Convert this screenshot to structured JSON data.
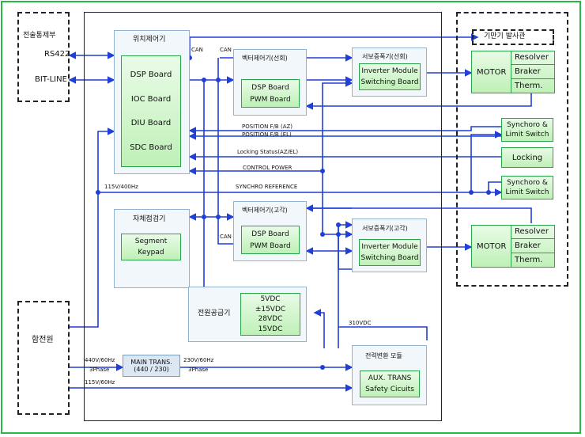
{
  "colors": {
    "frame": "#27b84a",
    "wire": "#1f3fd6",
    "box_border": "#2aa64a",
    "panel_border": "#8fb3d0"
  },
  "left": {
    "unit_title": "전술통제부",
    "rs422": "RS422",
    "bitline": "BIT-LINE",
    "power_title": "함전원"
  },
  "right": {
    "title": "기만기 발사관"
  },
  "position_ctrl": {
    "title": "위치제어기",
    "boards": [
      "DSP Board",
      "IOC Board",
      "DIU Board",
      "SDC Board"
    ]
  },
  "vector_az": {
    "title": "벡터제어기(선회)",
    "board": [
      "DSP Board",
      "PWM Board"
    ]
  },
  "vector_el": {
    "title": "벡터제어기(고각)",
    "board": [
      "DSP Board",
      "PWM Board"
    ]
  },
  "servo_az": {
    "title": "서보증폭기(선회)",
    "board": [
      "Inverter Module",
      "Switching Board"
    ]
  },
  "servo_el": {
    "title": "서보증폭기(고각)",
    "board": [
      "Inverter Module",
      "Switching Board"
    ]
  },
  "self_test": {
    "title": "자체점검기",
    "keypad": [
      "Segment",
      "Keypad"
    ]
  },
  "power_supply": {
    "title": "전원공급기",
    "outputs": [
      "5VDC",
      "±15VDC",
      "28VDC",
      "15VDC"
    ]
  },
  "power_conv": {
    "title": "전력변환 모듈",
    "aux": [
      "AUX. TRANS",
      "Safety Cicuits"
    ]
  },
  "main_trans": {
    "label": [
      "MAIN TRANS.",
      "(440 / 230)"
    ]
  },
  "motor_az": {
    "label": "MOTOR",
    "parts": [
      "Resolver",
      "Braker",
      "Therm."
    ]
  },
  "motor_el": {
    "label": "MOTOR",
    "parts": [
      "Resolver",
      "Braker",
      "Therm."
    ]
  },
  "sync1": {
    "label": [
      "Synchoro &",
      "Limit Switch"
    ]
  },
  "locking": {
    "label": "Locking"
  },
  "sync2": {
    "label": [
      "Synchoro &",
      "Limit Switch"
    ]
  },
  "signals": {
    "can1": "CAN",
    "can2": "CAN",
    "can3": "CAN",
    "pos_az": "POSITION F/B (AZ)",
    "pos_el": "POSITION F/B (EL)",
    "locking_status": "Locking Status(AZ/EL)",
    "control_power": "CONTROL POWER",
    "synchro_ref": "SYNCHRO REFERENCE",
    "v115_400": "115V/400Hz",
    "v440_a": "440V/60Hz",
    "v440_b": "3Phase",
    "v230_a": "230V/60Hz",
    "v230_b": "3Phase",
    "v115_60": "115V/60Hz",
    "v310": "310VDC"
  }
}
